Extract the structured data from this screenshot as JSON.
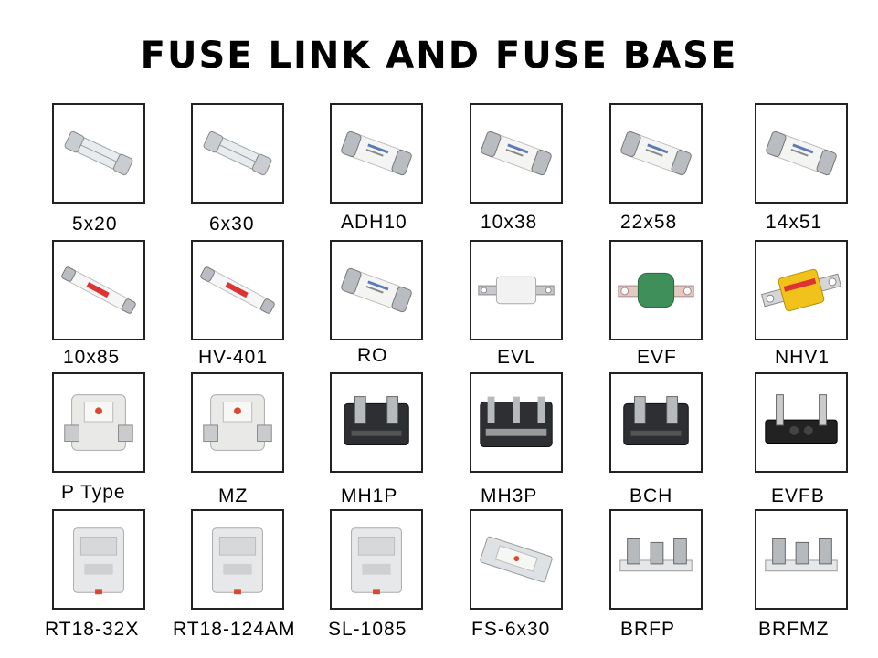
{
  "title": "FUSE LINK AND FUSE BASE",
  "items": [
    {
      "label": "5x20",
      "kind": "glass-cartridge-fuse"
    },
    {
      "label": "6x30",
      "kind": "glass-cartridge-fuse"
    },
    {
      "label": "ADH10",
      "kind": "ceramic-cartridge-fuse"
    },
    {
      "label": "10x38",
      "kind": "ceramic-cartridge-fuse"
    },
    {
      "label": "22x58",
      "kind": "ceramic-cartridge-fuse"
    },
    {
      "label": "14x51",
      "kind": "ceramic-cartridge-fuse"
    },
    {
      "label": "10x85",
      "kind": "long-ceramic-fuse"
    },
    {
      "label": "HV-401",
      "kind": "long-ceramic-fuse"
    },
    {
      "label": "RO",
      "kind": "ceramic-cartridge-fuse"
    },
    {
      "label": "EVL",
      "kind": "bolted-ev-fuse"
    },
    {
      "label": "EVF",
      "kind": "bolted-ev-fuse-green"
    },
    {
      "label": "NHV1",
      "kind": "bolted-ev-fuse-yellow"
    },
    {
      "label": "P Type",
      "kind": "fuse-holder-grey"
    },
    {
      "label": "MZ",
      "kind": "fuse-holder-grey"
    },
    {
      "label": "MH1P",
      "kind": "fuse-base-black"
    },
    {
      "label": "MH3P",
      "kind": "fuse-base-black-3p"
    },
    {
      "label": "BCH",
      "kind": "fuse-base-black"
    },
    {
      "label": "EVFB",
      "kind": "fuse-base-terminal"
    },
    {
      "label": "RT18-32X",
      "kind": "din-rail-holder"
    },
    {
      "label": "RT18-124AM",
      "kind": "din-rail-holder"
    },
    {
      "label": "SL-1085",
      "kind": "din-rail-holder"
    },
    {
      "label": "FS-6x30",
      "kind": "panel-fuse-holder"
    },
    {
      "label": "BRFP",
      "kind": "metal-clip-base"
    },
    {
      "label": "BRFMZ",
      "kind": "metal-clip-base"
    }
  ]
}
